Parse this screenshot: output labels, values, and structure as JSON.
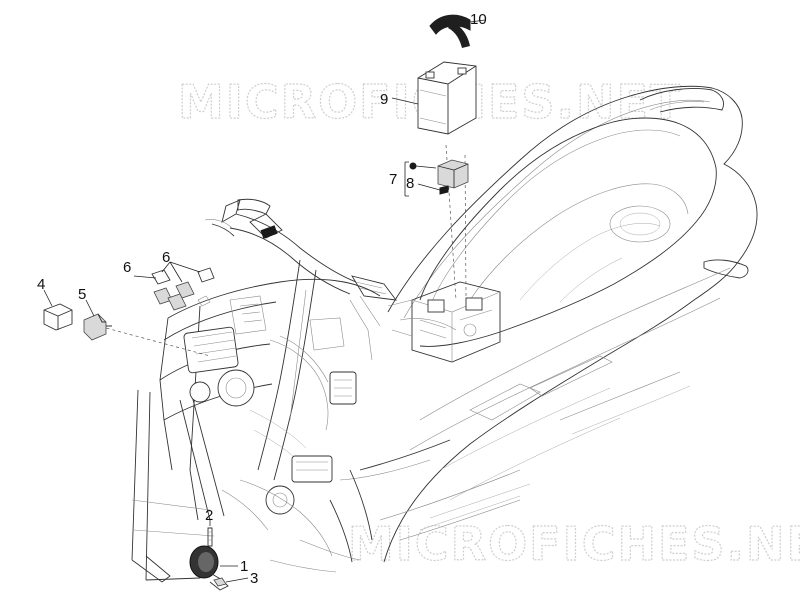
{
  "watermark": {
    "top_text": "MICROFICHES.NET",
    "bottom_text": "MICROFICHES.NET"
  },
  "callouts": {
    "p1": "1",
    "p2": "2",
    "p3": "3",
    "p4": "4",
    "p5": "5",
    "p6a": "6",
    "p6b": "6",
    "p7": "7",
    "p8": "8",
    "p9": "9",
    "p10": "10"
  },
  "colors": {
    "line": "#333333",
    "watermark": "#cfcfcf",
    "background": "#ffffff"
  }
}
